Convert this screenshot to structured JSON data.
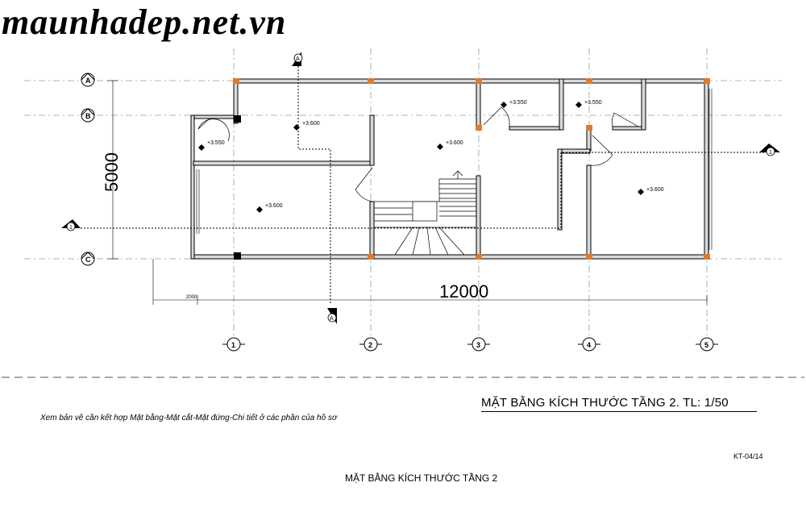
{
  "watermark": "maunhadep.net.vn",
  "dimensions": {
    "width": "12000",
    "height": "5000",
    "offset": "2000"
  },
  "axes": {
    "rows": [
      "A",
      "B",
      "C"
    ],
    "columns": [
      "1",
      "2",
      "3",
      "4",
      "5"
    ]
  },
  "sections": {
    "a_top": "A",
    "a_bottom": "A",
    "one_left": "1",
    "one_right": "1"
  },
  "elevations": {
    "e1": "+3.600",
    "e2": "+3.550",
    "e3": "+3.600",
    "e4": "+3.600",
    "e5": "+3.550",
    "e6": "+3.550",
    "e7": "+3.600"
  },
  "title_scale": "MẶT BẰNG KÍCH THƯỚC TẦNG 2. TL: 1/50",
  "note": "Xem bản vẽ cần kết hợp Mặt bằng-Mặt cắt-Mặt đứng-Chi tiết ở các phần của hồ sơ",
  "sheet_code": "KT-04/14",
  "footer_title": "MẶT BẰNG KÍCH THƯỚC TẦNG 2",
  "colors": {
    "column_marker": "#e07a2e",
    "wall_fill": "#d9d9d9",
    "ink": "#000000"
  }
}
